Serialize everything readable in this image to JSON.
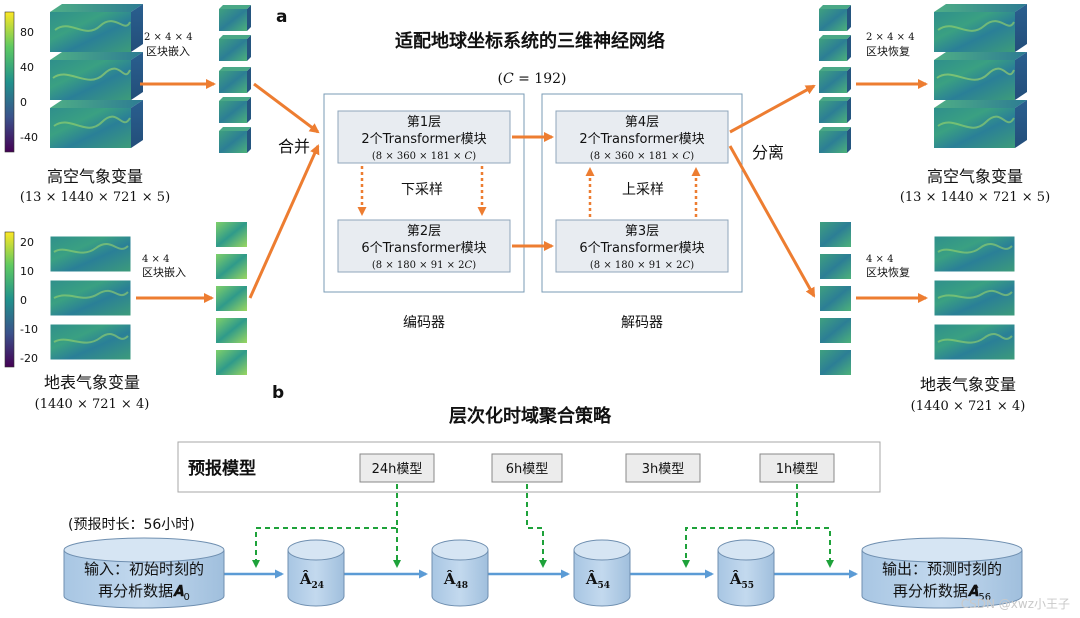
{
  "panel_a": {
    "letter": "a",
    "title": "适配地球坐标系统的三维神经网络",
    "channel_note": "(𝐶 = 192)",
    "upper_colorbar_ticks": [
      "80",
      "40",
      "0",
      "-40"
    ],
    "surface_colorbar_ticks": [
      "20",
      "10",
      "0",
      "-10",
      "-20"
    ],
    "upper_input": {
      "label": "高空气象变量",
      "shape": "(13 × 1440 × 721 × 5)"
    },
    "surface_input": {
      "label": "地表气象变量",
      "shape": "(1440 × 721 × 4)"
    },
    "upper_embed": {
      "size": "2 × 4 × 4",
      "label": "区块嵌入"
    },
    "surface_embed": {
      "size": "4 × 4",
      "label": "区块嵌入"
    },
    "merge_label": "合并",
    "split_label": "分离",
    "layers": [
      {
        "name": "第1层",
        "desc": "2个Transformer模块",
        "shape": "(8 × 360 × 181 × 𝐶)"
      },
      {
        "name": "第2层",
        "desc": "6个Transformer模块",
        "shape": "(8 × 180 × 91 × 2𝐶)"
      },
      {
        "name": "第3层",
        "desc": "6个Transformer模块",
        "shape": "(8 × 180 × 91 × 2𝐶)"
      },
      {
        "name": "第4层",
        "desc": "2个Transformer模块",
        "shape": "(8 × 360 × 181 × 𝐶)"
      }
    ],
    "downsample_label": "下采样",
    "upsample_label": "上采样",
    "encoder_label": "编码器",
    "decoder_label": "解码器",
    "upper_recover": {
      "size": "2 × 4 × 4",
      "label": "区块恢复"
    },
    "surface_recover": {
      "size": "4 × 4",
      "label": "区块恢复"
    },
    "upper_output": {
      "label": "高空气象变量",
      "shape": "(13 × 1440 × 721 × 5)"
    },
    "surface_output": {
      "label": "地表气象变量",
      "shape": "(1440 × 721 × 4)"
    }
  },
  "panel_b": {
    "letter": "b",
    "title": "层次化时域聚合策略",
    "models_title": "预报模型",
    "models": [
      "24h模型",
      "6h模型",
      "3h模型",
      "1h模型"
    ],
    "lead_time": "(预报时长：56小时)",
    "input_line1": "输入：初始时刻的",
    "input_line2_text": "再分析数据",
    "input_var": "𝑨",
    "input_sub": "0",
    "steps": [
      {
        "var": "Â",
        "sub": "24"
      },
      {
        "var": "Â",
        "sub": "48"
      },
      {
        "var": "Â",
        "sub": "54"
      },
      {
        "var": "Â",
        "sub": "55"
      }
    ],
    "output_line1": "输出：预测时刻的",
    "output_line2_text": "再分析数据",
    "output_var": "𝑨̂",
    "output_sub": "56"
  },
  "watermark": "CSDN @xwz小王子",
  "colors": {
    "orange_arrow": "#ed7d31",
    "blue_arrow": "#5b9bd5",
    "green_dash": "#1ea23a",
    "cylinder_fill": "#b4cfe8",
    "layer_box_fill": "#e8ecf1",
    "panel_border": "#7a9bb5"
  }
}
